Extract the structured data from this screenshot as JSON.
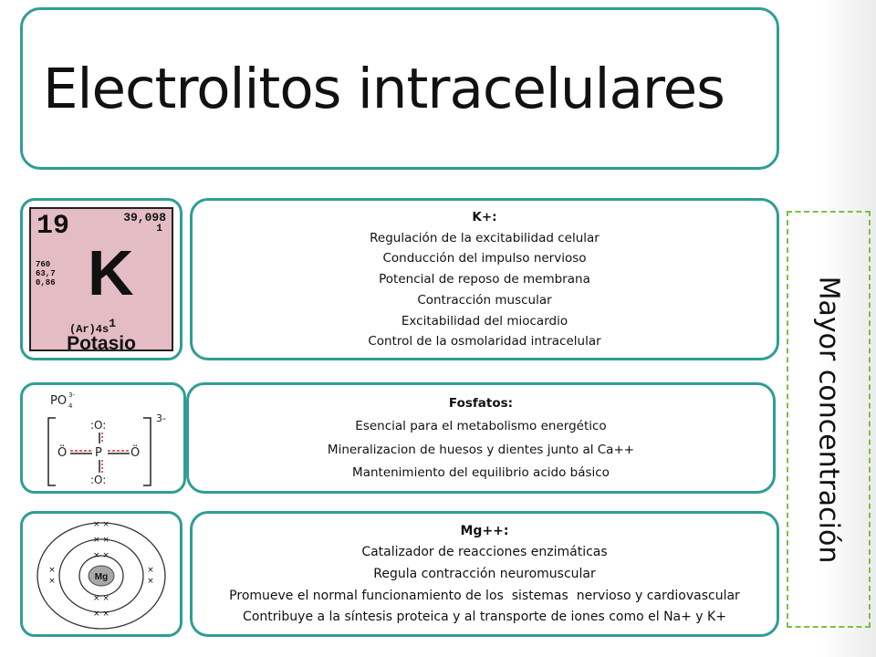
{
  "title": "Electrolitos intracelulares",
  "side_label": "Mayor concentración",
  "element_tile": {
    "atomic_number": "19",
    "atomic_mass": "39,098",
    "mass_sub": "1",
    "properties": [
      "760",
      "63,7",
      "0,86"
    ],
    "symbol": "K",
    "config": "(Ar)4s",
    "config_sup": "1",
    "name": "Potasio"
  },
  "phosphate_diagram": {
    "formula": "PO",
    "formula_sub": "4",
    "formula_sup": "3-",
    "charge": "3-",
    "center": "P",
    "top_oxygen": ":O:",
    "bottom_oxygen": ":O:",
    "left_oxygen": "Ö",
    "right_oxygen": "Ö"
  },
  "mg_diagram": {
    "nucleus": "Mg"
  },
  "sections": {
    "potassium": {
      "heading": "K+:",
      "items": [
        "Regulación de la excitabilidad celular",
        "Conducción del impulso nervioso",
        "Potencial de reposo de membrana",
        "Contracción muscular",
        "Excitabilidad del miocardio",
        "Control de la osmolaridad intracelular"
      ]
    },
    "phosphates": {
      "heading": "Fosfatos:",
      "items": [
        "Esencial para el metabolismo energético",
        "Mineralizacion de huesos y dientes junto al Ca++",
        "Mantenimiento del equilibrio acido básico"
      ]
    },
    "magnesium": {
      "heading": "Mg++:",
      "items": [
        "Catalizador de reacciones enzimáticas",
        "Regula contracción neuromuscular",
        "Promueve el normal funcionamiento de los  sistemas  nervioso y cardiovascular",
        "Contribuye a la síntesis proteica y al transporte de iones como el Na+ y K+"
      ]
    }
  },
  "colors": {
    "border": "#2f9e94",
    "dashed": "#7ac143",
    "tile": "#e4bcc4",
    "bond_red": "#d8282a"
  }
}
